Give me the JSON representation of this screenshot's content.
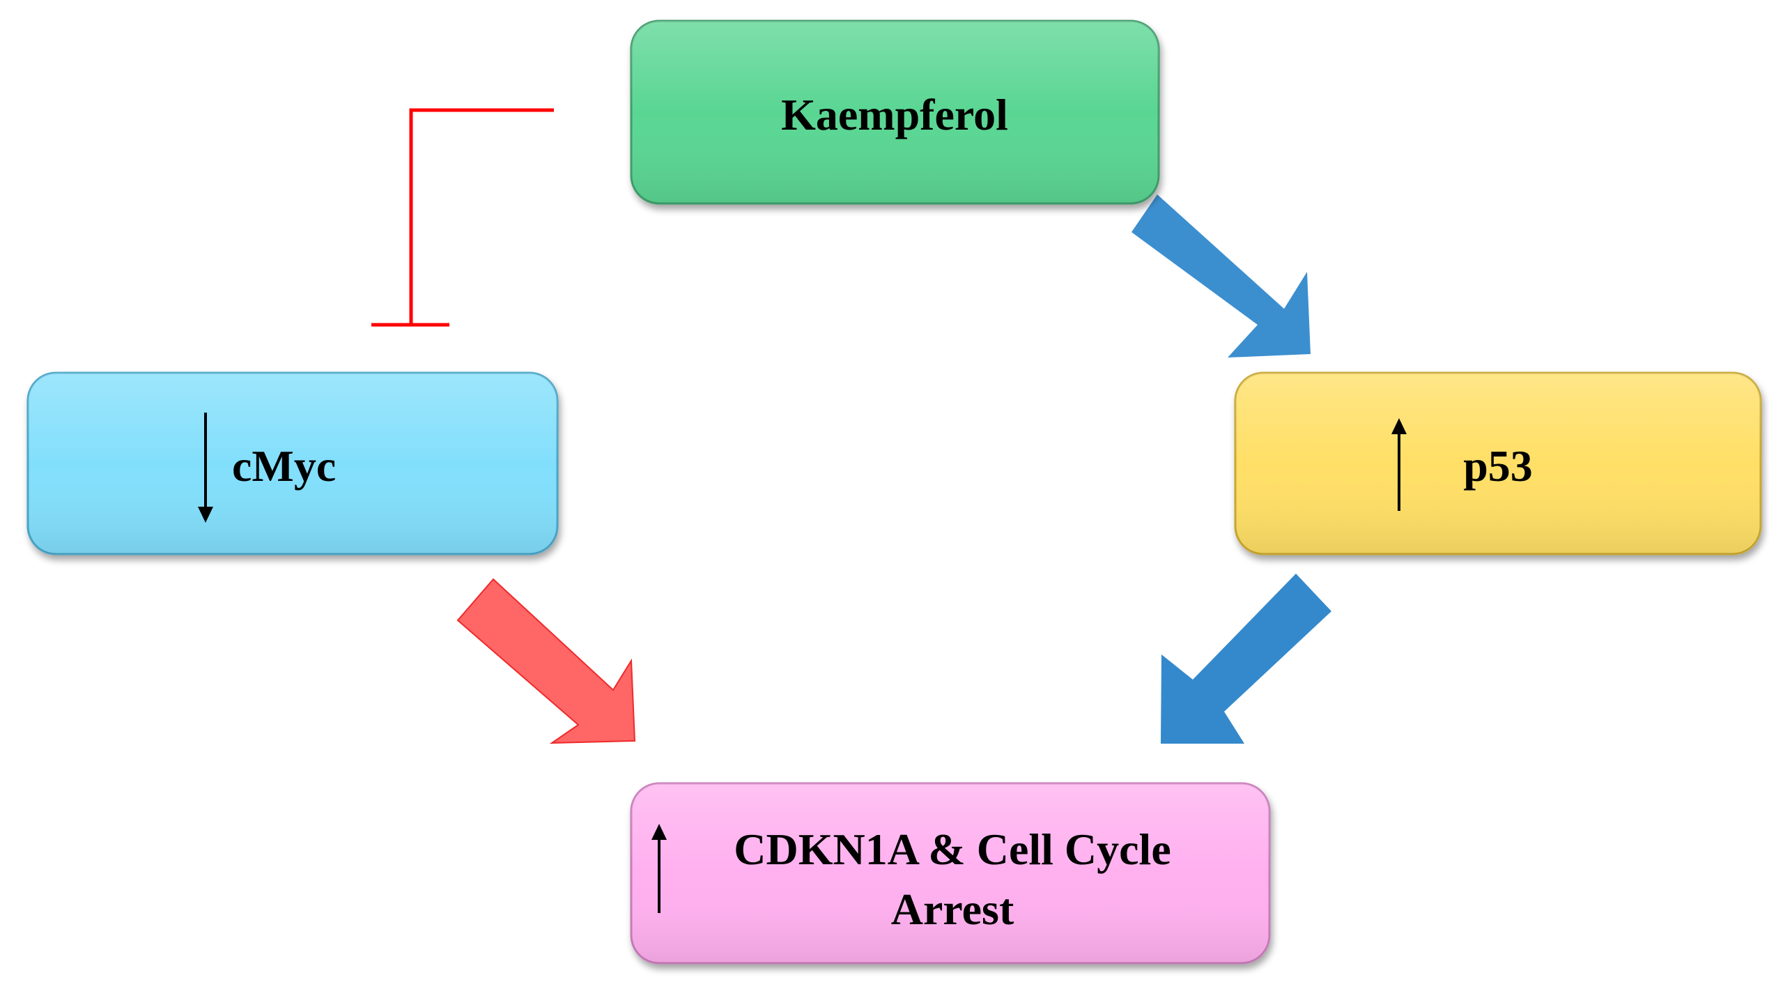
{
  "nodes": {
    "kaempferol": {
      "label": "Kaempferol",
      "color": "#5AD693"
    },
    "cmyc": {
      "label": "cMyc",
      "color": "#82DFFC",
      "level_indicator": "down-arrow-icon"
    },
    "p53": {
      "label": "p53",
      "color": "#FFDF66",
      "level_indicator": "up-arrow-icon"
    },
    "cdkn1a": {
      "label_line1": "CDKN1A & Cell Cycle",
      "label_line2": "Arrest",
      "color": "#FFB0EF",
      "level_indicator": "up-arrow-icon"
    }
  },
  "edges": [
    {
      "from": "kaempferol",
      "to": "cmyc",
      "type": "inhibition",
      "color": "#FF0000"
    },
    {
      "from": "kaempferol",
      "to": "p53",
      "type": "activation",
      "color": "#3C8FCF"
    },
    {
      "from": "p53",
      "to": "cdkn1a",
      "type": "activation",
      "color": "#3489CC"
    },
    {
      "from": "cmyc",
      "to": "cdkn1a",
      "type": "activation",
      "color": "#FF6666"
    }
  ]
}
